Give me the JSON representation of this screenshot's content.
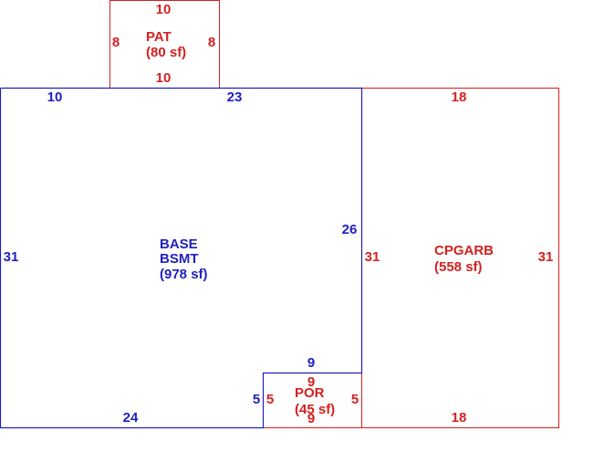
{
  "colors": {
    "living": "#1f1fbf",
    "other": "#d42020"
  },
  "areas": {
    "pat": {
      "name": "PAT",
      "area": "(80 sf)",
      "dims": {
        "top": "10",
        "bottom": "10",
        "left": "8",
        "right": "8"
      }
    },
    "base": {
      "name_line1": "BASE",
      "name_line2": "BSMT",
      "area": "(978 sf)",
      "dims": {
        "top_left": "10",
        "top_right": "23",
        "left": "31",
        "right": "26",
        "bottom": "24"
      }
    },
    "cpgarb": {
      "name": "CPGARB",
      "area": "(558 sf)",
      "dims": {
        "top": "18",
        "bottom": "18",
        "left": "31",
        "right": "31"
      }
    },
    "por": {
      "name": "POR",
      "area": "(45 sf)",
      "dims": {
        "top_outer": "9",
        "top_inner": "9",
        "bottom": "9",
        "left_outer": "5",
        "left_inner": "5",
        "right": "5"
      }
    }
  }
}
